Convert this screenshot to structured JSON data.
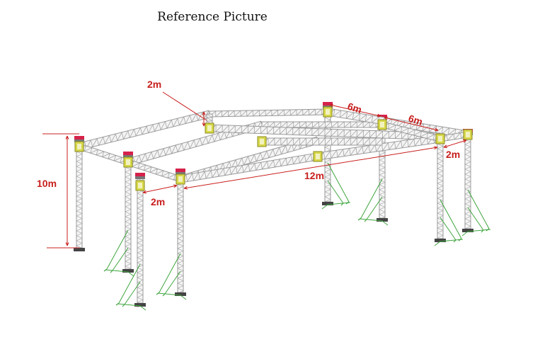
{
  "title": "Reference Picture",
  "dimensions": {
    "top_span": "2m",
    "height": "10m",
    "front_bay": "2m",
    "length": "12m",
    "bay_a": "6m",
    "bay_b": "6m",
    "right_bay": "2m"
  },
  "colors": {
    "truss": "#9a9a9a",
    "dimension": "#c8201e",
    "cap": "#d6224a",
    "corner_block": "#d8d84a",
    "outrigger": "#3fa53f"
  }
}
